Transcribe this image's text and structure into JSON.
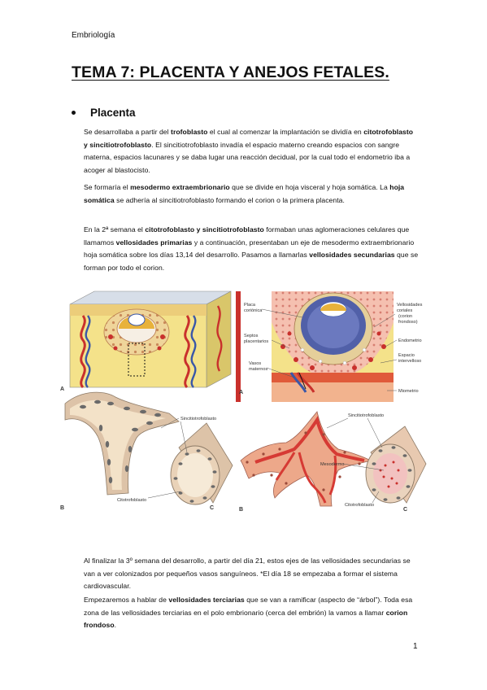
{
  "header": {
    "running_title": "Embriología"
  },
  "title": "TEMA 7: PLACENTA Y ANEJOS FETALES.",
  "section": {
    "heading": "Placenta"
  },
  "paragraphs": {
    "p1": [
      "Se desarrollaba a partir del ",
      "trofoblasto",
      " el cual al comenzar la implantación se dividía en ",
      "citotrofoblasto y sincitiotrofoblasto",
      ". El sincitiotrofoblasto invadía el espacio materno creando espacios con sangre materna, espacios lacunares y se daba lugar una reacción decidual, por la cual todo el endometrio iba a acoger al blastocisto."
    ],
    "p2": [
      "Se formaría el ",
      "mesodermo extraembrionario",
      " que se divide en hoja visceral y hoja somática. La ",
      "hoja somática",
      " se adhería al sincitiotrofoblasto formando el corion o la primera placenta."
    ],
    "p3": [
      "En la 2ª semana el ",
      "citotrofoblasto y sincitiotrofoblasto",
      " formaban unas aglomeraciones celulares que llamamos ",
      "vellosidades primarias",
      " y a continuación, presentaban un eje de mesodermo extraembrionario hoja somática sobre los días 13,14 del desarrollo. Pasamos a llamarlas ",
      "vellosidades secundarias",
      " que se forman por todo el corion."
    ],
    "p4": [
      "Al finalizar la 3º semana del desarrollo, a partir del día 21, estos ejes de las vellosidades secundarias se van a ver colonizados por pequeños vasos sanguíneos. *El día 18 se empezaba a formar el sistema cardiovascular."
    ],
    "p5": [
      "Empezaremos a hablar de ",
      "vellosidades terciarias",
      " que se van a ramificar (aspecto de “árbol”). Toda esa zona de las vellosidades terciarias en el polo embrionario (cerca del embrión) la vamos a llamar ",
      "corion frondoso",
      "."
    ]
  },
  "figure": {
    "panel_labels": {
      "a_left": "A",
      "b_left": "B",
      "c_left": "C",
      "a_right": "A",
      "b_right": "B",
      "c_right": "C"
    },
    "labels": {
      "placa_corionica": [
        "Placa",
        "coriónica"
      ],
      "vellosidades": [
        "Vellosidades",
        "coriales",
        "(corion",
        "frondoso)"
      ],
      "septos": [
        "Septos",
        "placentarios"
      ],
      "endometrio": "Endometrio",
      "espacio": [
        "Espacio",
        "intervelloso"
      ],
      "vasos": [
        "Vasos",
        "maternos"
      ],
      "miometrio": "Miometrio",
      "sincitio_left": "Sincitiotrofoblasto",
      "cito_left": "Citotrofoblasto",
      "sincitio_right": "Sincitiotrofoblasto",
      "mesodermo": "Mesodermo",
      "cito_right": "Citotrofoblasto"
    }
  },
  "footer": {
    "page_number": "1"
  },
  "colors": {
    "tissue_yellow": "#f4e28a",
    "maternal_blood": "#c9302c",
    "vessel_blue": "#3a57a8",
    "trophoblast_tan": "#e6b98a"
  }
}
